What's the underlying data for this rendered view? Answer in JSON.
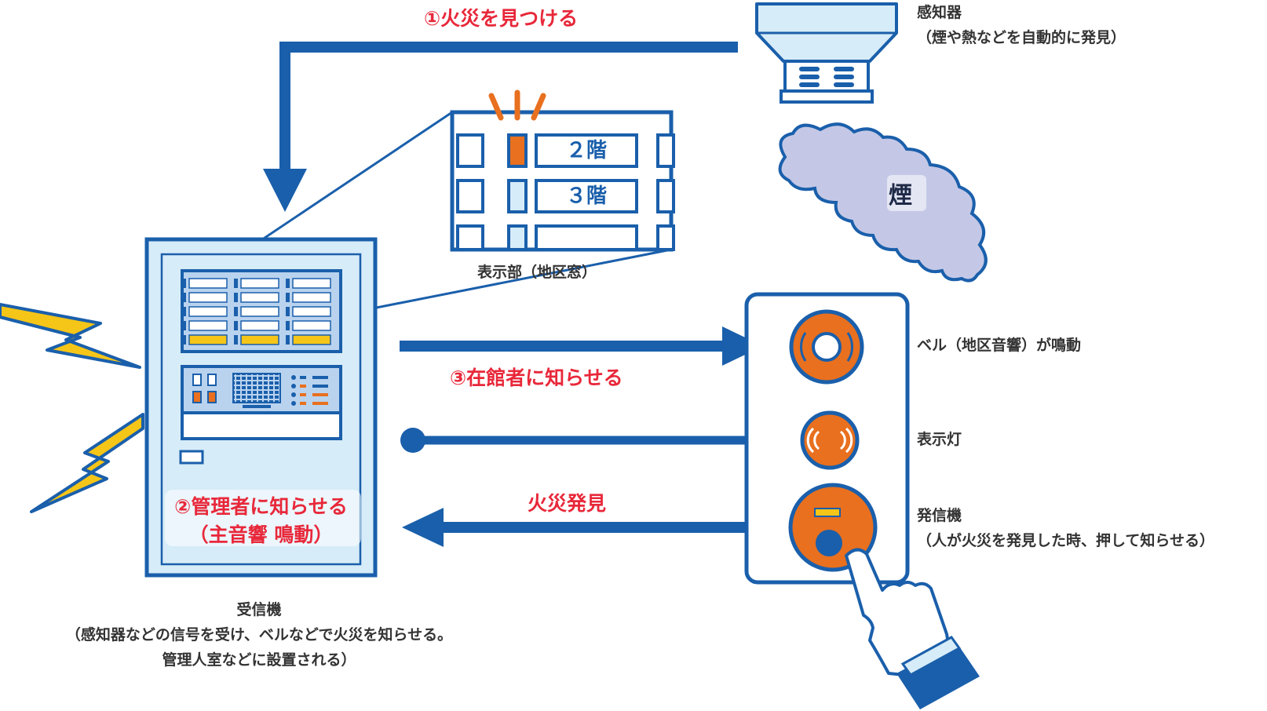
{
  "colors": {
    "blue": "#1a5fab",
    "light_blue": "#d6ecf8",
    "panel_blue": "#b9d3ef",
    "orange": "#e8701f",
    "yellow": "#f5c518",
    "red_text": "#e8283a",
    "smoke": "#c4c8e6",
    "gray_text": "#333333"
  },
  "steps": {
    "detect": "①火災を見つける",
    "notify_manager_1": "②管理者に知らせる",
    "notify_manager_2": "（主音響 鳴動）",
    "notify_occupants": "③在館者に知らせる",
    "fire_found": "火災発見"
  },
  "detector": {
    "title": "感知器",
    "desc": "（煙や熱などを自動的に発見）"
  },
  "smoke": {
    "label": "煙"
  },
  "display": {
    "floor2": "２階",
    "floor3": "３階",
    "caption": "表示部（地区窓）"
  },
  "devices": {
    "bell": "ベル（地区音響）が鳴動",
    "lamp": "表示灯",
    "transmitter_title": "発信機",
    "transmitter_desc": "（人が火災を発見した時、押して知らせる）"
  },
  "receiver": {
    "title": "受信機",
    "desc1": "（感知器などの信号を受け、ベルなどで火災を知らせる。",
    "desc2": "管理人室などに設置される）"
  },
  "icons": [
    "lightning-icon",
    "smoke-cloud-icon",
    "bell-icon",
    "lamp-icon",
    "push-button-icon",
    "hand-icon",
    "detector-icon"
  ]
}
